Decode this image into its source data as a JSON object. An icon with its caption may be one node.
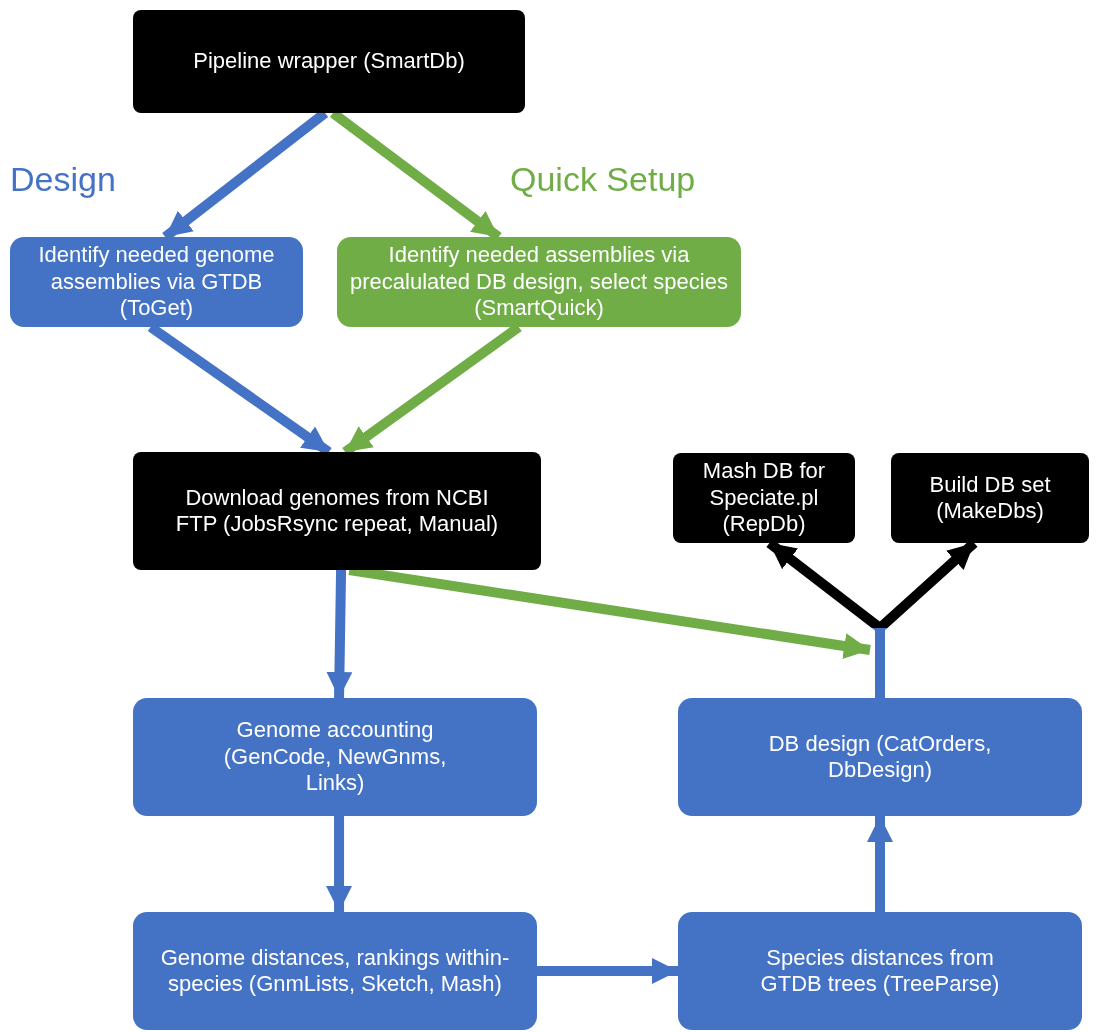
{
  "diagram": {
    "nodes": [
      {
        "text": [
          "Pipeline wrapper (SmartDb)"
        ]
      },
      {
        "text": [
          "Identify needed genome assemblies via GTDB (ToGet)"
        ]
      },
      {
        "text": [
          "Identify needed assemblies via precalulated DB design, select species (SmartQuick)"
        ]
      },
      {
        "text": [
          "Download genomes from NCBI FTP (JobsRsync repeat, Manual)"
        ]
      },
      {
        "text": [
          "Mash DB for Speciate.pl (RepDb)"
        ]
      },
      {
        "text": [
          "Build DB set (MakeDbs)"
        ]
      },
      {
        "text": [
          "Genome accounting (GenCode, NewGnms, Links)"
        ]
      },
      {
        "text": [
          "DB design (CatOrders, DbDesign)"
        ]
      },
      {
        "text": [
          "Genome distances, rankings within-species (GnmLists, Sketch, Mash)"
        ]
      },
      {
        "text": [
          "Species distances from GTDB trees (TreeParse)"
        ]
      }
    ],
    "edges": [
      {
        "from": 0,
        "to": 1,
        "arrow": "to",
        "label": "Design"
      },
      {
        "from": 0,
        "to": 2,
        "arrow": "to",
        "label": "Quick Setup",
        "color": "#70ad47"
      },
      {
        "from": 1,
        "to": 3,
        "arrow": "to"
      },
      {
        "from": 2,
        "to": 3,
        "arrow": "to",
        "color": "#70ad47"
      },
      {
        "from": 3,
        "to": 6,
        "arrow": "to"
      },
      {
        "from": 3,
        "to": 7,
        "arrow": "to",
        "color": "#70ad47"
      },
      {
        "from": 7,
        "to": 4,
        "arrow": "to",
        "color": "#000000"
      },
      {
        "from": 7,
        "to": 5,
        "arrow": "to",
        "color": "#000000"
      },
      {
        "from": 6,
        "to": 8,
        "arrow": "to"
      },
      {
        "from": 8,
        "to": 9,
        "arrow": "to"
      },
      {
        "from": 9,
        "to": 7,
        "arrow": "to"
      }
    ]
  }
}
